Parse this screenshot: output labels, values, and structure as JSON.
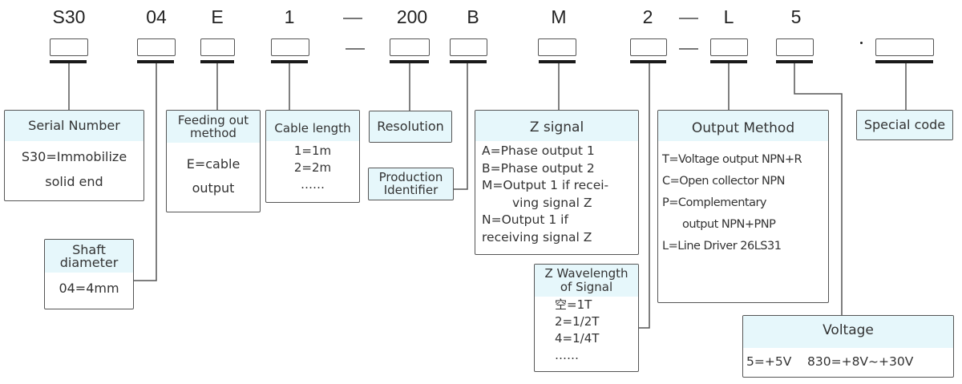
{
  "codes": [
    {
      "key": "serial",
      "text": "S30"
    },
    {
      "key": "shaft",
      "text": "04"
    },
    {
      "key": "feeding",
      "text": "E"
    },
    {
      "key": "cable",
      "text": "1"
    },
    {
      "key": "resolution",
      "text": "200"
    },
    {
      "key": "production",
      "text": "B"
    },
    {
      "key": "zsignal",
      "text": "M"
    },
    {
      "key": "zwave",
      "text": "2"
    },
    {
      "key": "output",
      "text": "L"
    },
    {
      "key": "voltage",
      "text": "5"
    }
  ],
  "separators": {
    "dash": "—",
    "dot": "·"
  },
  "boxes": {
    "serial": {
      "title": "Serial Number",
      "lines": [
        "S30=Immobilize",
        "solid end"
      ]
    },
    "shaft": {
      "title": [
        "Shaft",
        "diameter"
      ],
      "lines": [
        "04=4mm"
      ]
    },
    "feeding": {
      "title": [
        "Feeding out",
        "method"
      ],
      "lines": [
        "E=cable",
        "output"
      ]
    },
    "cable": {
      "title": "Cable length",
      "lines": [
        "1=1m",
        "2=2m",
        "……"
      ]
    },
    "resolution": {
      "title": "Resolution"
    },
    "production": {
      "title": [
        "Production",
        "Identifier"
      ]
    },
    "zsignal": {
      "title": "Z signal",
      "lines": [
        "A=Phase output 1",
        "B=Phase output 2",
        "M=Output 1 if recei-",
        "ving signal Z",
        "N=Output 1 if",
        "receiving signal Z"
      ]
    },
    "zwave": {
      "title": [
        "Z Wavelength",
        "of Signal"
      ],
      "lines": [
        "空=1T",
        "2=1/2T",
        "4=1/4T",
        "……"
      ]
    },
    "output": {
      "title": "Output Method",
      "lines": [
        "T=Voltage output NPN+R",
        "C=Open collector NPN",
        "P=Complementary",
        "output NPN+PNP",
        "L=Line Driver 26LS31"
      ]
    },
    "voltage": {
      "title": "Voltage",
      "lines": [
        "5=+5V    830=+8V~+30V"
      ]
    },
    "special": {
      "title": "Special code"
    }
  },
  "colors": {
    "header_bg": "#e6f7fb",
    "border": "#555555",
    "bar": "#1a1a1a"
  }
}
